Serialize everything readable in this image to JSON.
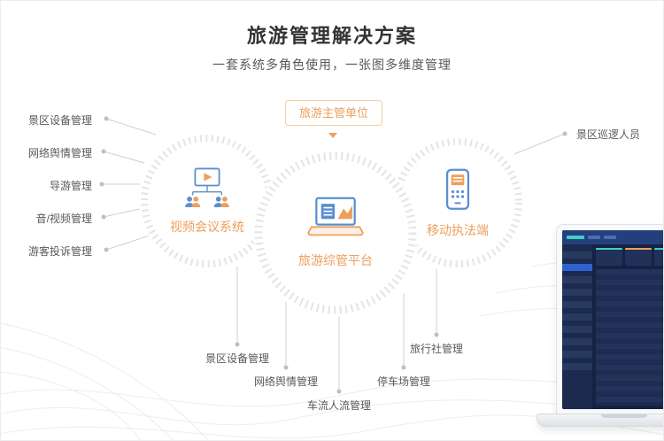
{
  "title": "旅游管理解决方案",
  "subtitle": "一套系统多角色使用，一张图多维度管理",
  "hub": {
    "authority_label": "旅游主管单位"
  },
  "nodes": {
    "left": {
      "label": "视频会议系统",
      "icon": "video-conference-icon"
    },
    "center": {
      "label": "旅游综管平台",
      "icon": "laptop-dashboard-icon"
    },
    "right": {
      "label": "移动执法端",
      "icon": "mobile-enforcement-icon"
    }
  },
  "left_labels": [
    "景区设备管理",
    "网络舆情管理",
    "导游管理",
    "音/视频管理",
    "游客投诉管理"
  ],
  "right_labels": [
    "景区巡逻人员"
  ],
  "bottom_labels": [
    "景区设备管理",
    "网络舆情管理",
    "车流人流管理",
    "停车场管理",
    "旅行社管理"
  ],
  "colors": {
    "accent-orange": "#ED9F5D",
    "accent-orange-border": "#F5CBA3",
    "accent-blue": "#5B8FD0",
    "title-color": "#333333",
    "text-color": "#595959",
    "ring-gray": "#E4E4E4",
    "line-gray": "#D0D0D0",
    "dot-gray": "#BFBFBF"
  }
}
